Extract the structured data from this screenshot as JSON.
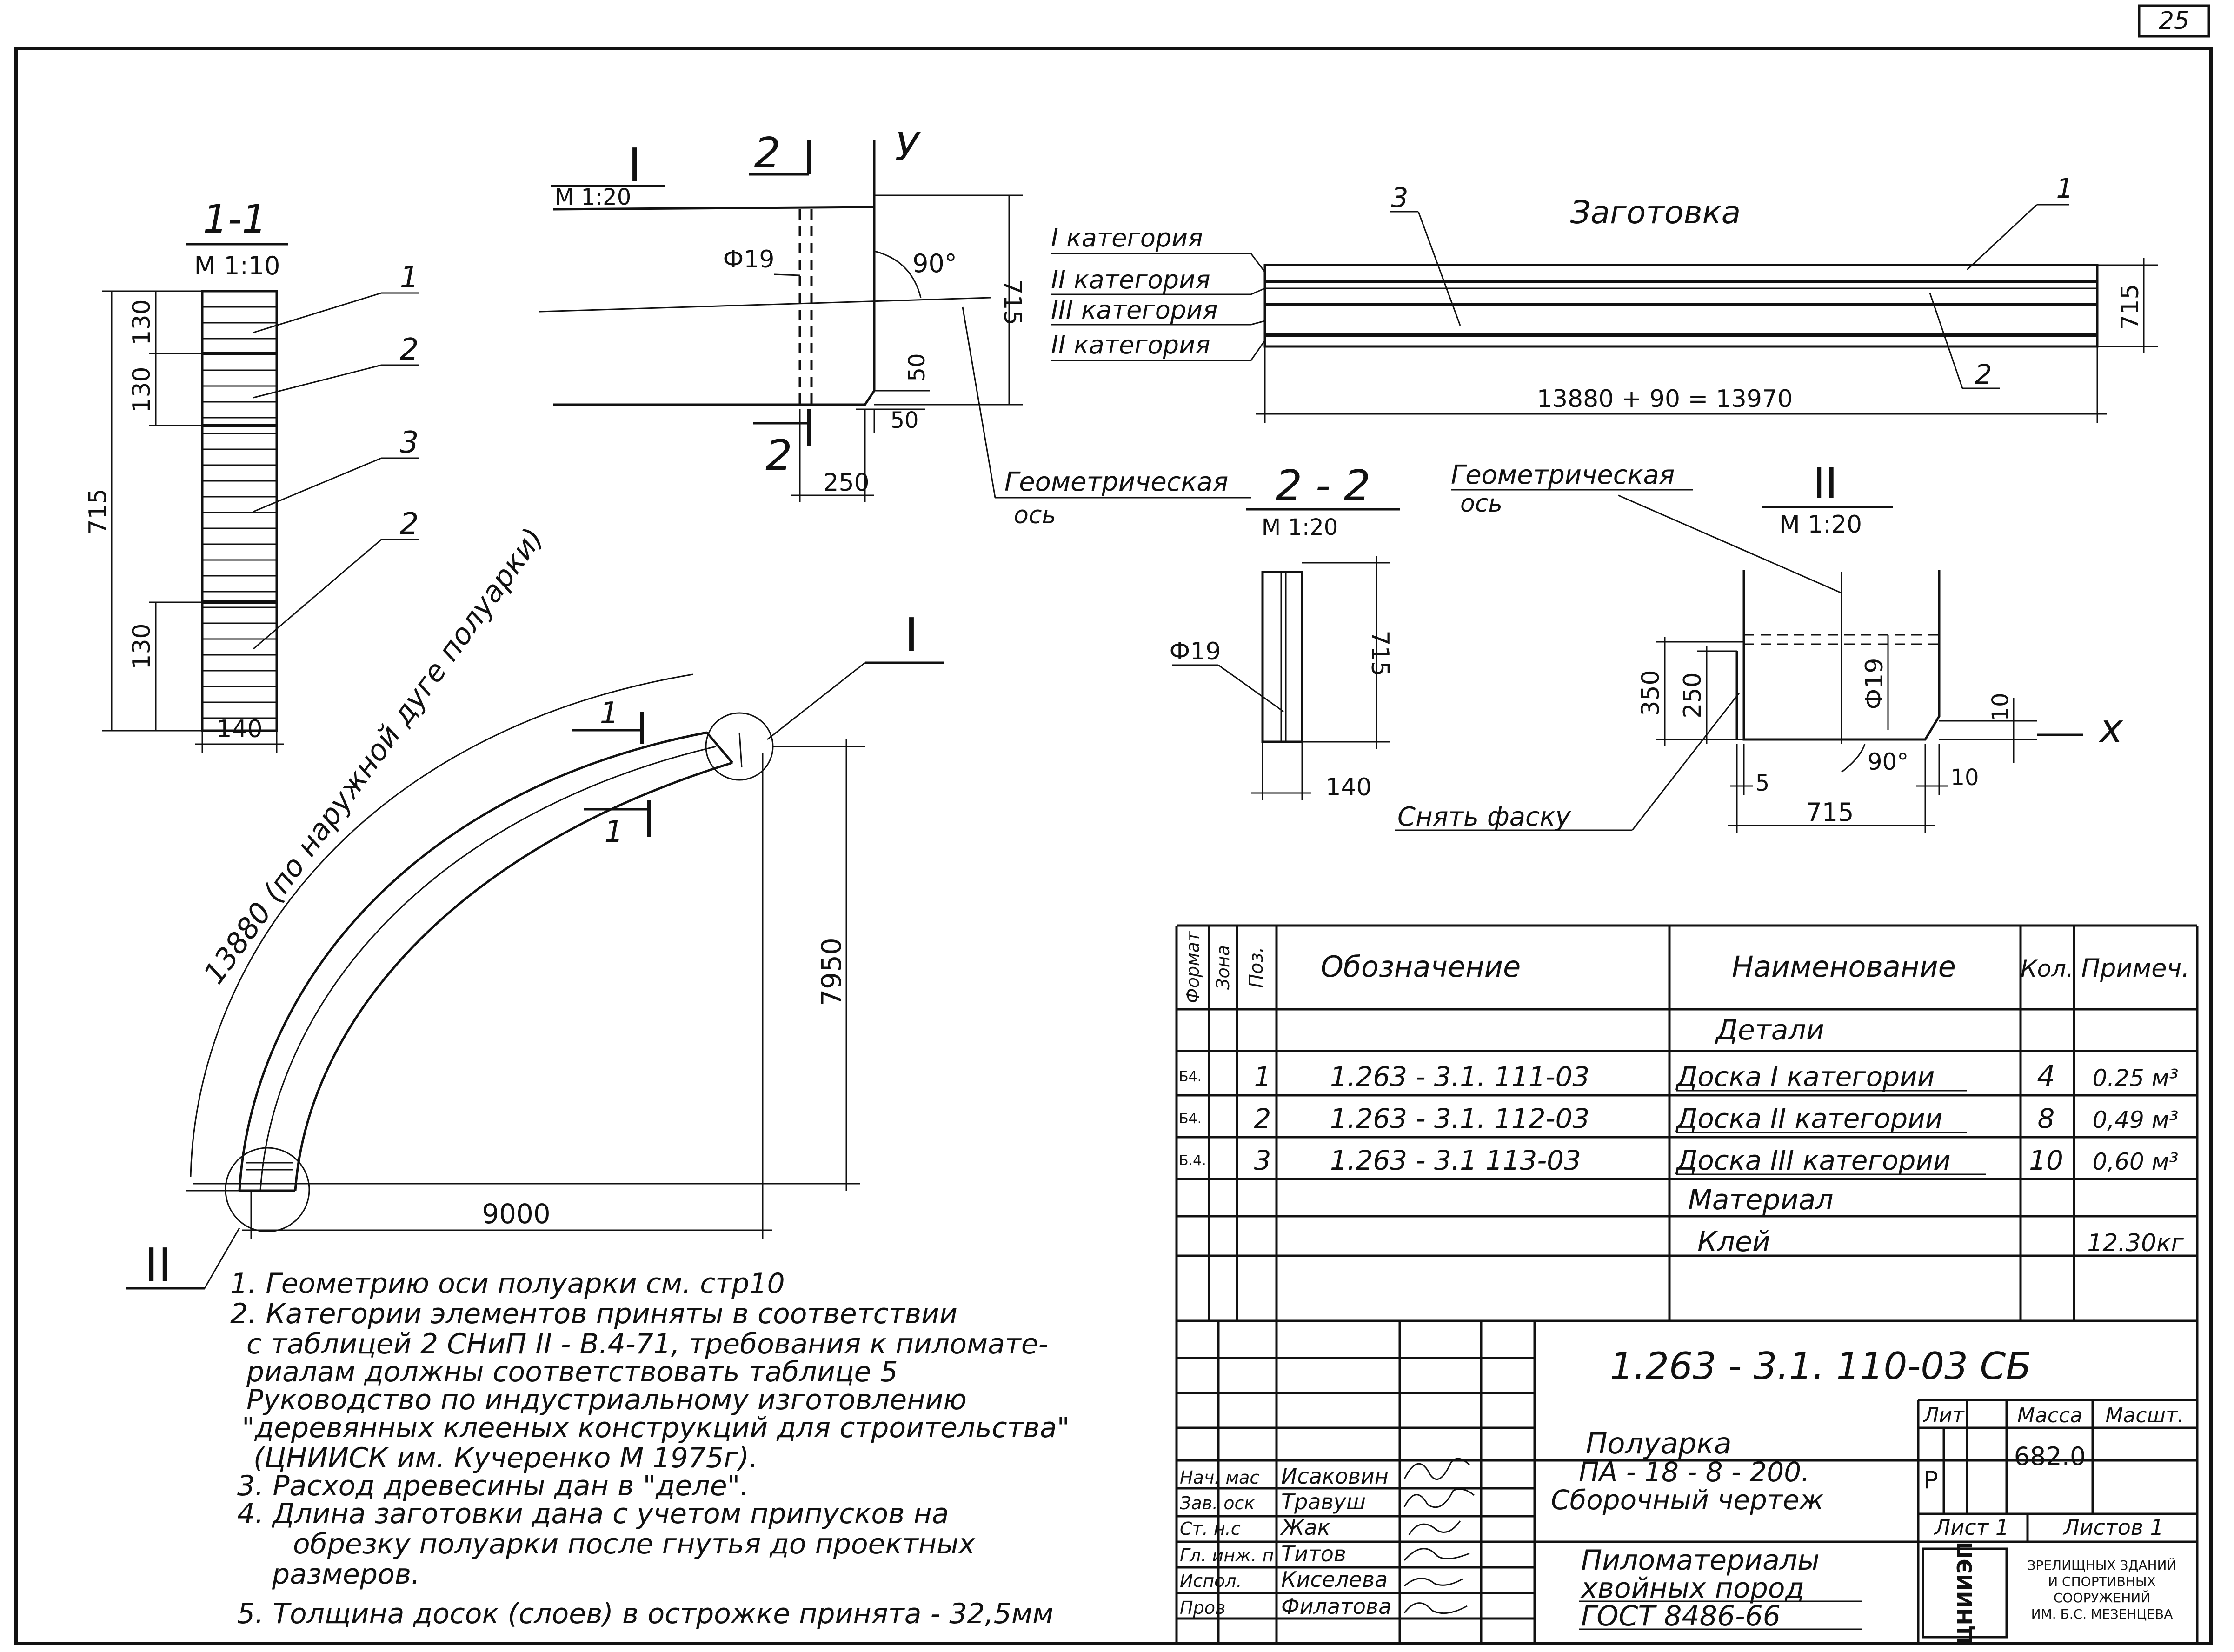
{
  "sheet_number": "25",
  "section_1_1": {
    "title": "1-1",
    "scale": "М 1:10",
    "dim_total": "715",
    "dim_top1": "130",
    "dim_top2": "130",
    "dim_bottom": "130",
    "dim_width": "140",
    "callouts": [
      "1",
      "2",
      "3",
      "2"
    ]
  },
  "node_I": {
    "title": "I",
    "scale": "М 1:20",
    "section_mark": "2",
    "axis_y": "У",
    "hole": "Ф19",
    "angle": "90°",
    "dim_height": "715",
    "dim_chamfer1": "50",
    "dim_chamfer2": "50",
    "dim_offset": "250",
    "axis_label": "Геометрическая",
    "axis_label2": "ось"
  },
  "blank": {
    "title": "Заготовка",
    "cat1": "I категория",
    "cat2": "II категория",
    "cat3": "III категория",
    "cat4": "II категория",
    "callout_1": "1",
    "callout_2": "2",
    "callout_3": "3",
    "dim_height": "715",
    "dim_length": "13880 + 90 = 13970"
  },
  "section_2_2": {
    "title": "2 - 2",
    "scale": "М 1:20",
    "hole": "Ф19",
    "dim_height": "715",
    "dim_width": "140"
  },
  "node_II": {
    "title": "II",
    "scale": "М 1:20",
    "axis_label": "Геометрическая",
    "axis_label2": "ось",
    "dim_350": "350",
    "dim_250": "250",
    "hole": "Ф19",
    "dim_10a": "10",
    "axis_x": "х",
    "angle": "90°",
    "dim_5": "5",
    "dim_10b": "10",
    "dim_715": "715",
    "chamfer_note": "Снять фаску"
  },
  "arc": {
    "node_I_label": "I",
    "node_II_label": "II",
    "arc_length": "13880 (по наружной дуге полуарки)",
    "section_mark": "1",
    "dim_height": "7950",
    "dim_width": "9000"
  },
  "notes": [
    "1. Геометрию оси полуарки см. стр10",
    "2. Категории элементов приняты в соответствии",
    "с таблицей 2 СНиП II - В.4-71, требования к пиломате-",
    "риалам должны соответствовать таблице 5",
    "Руководство по индустриальному изготовлению",
    "\"деревянных клееных конструкций для строительства\"",
    "(ЦНИИСК им. Кучеренко М 1975г).",
    "3. Расход древесины дан в \"деле\".",
    "4. Длина заготовки дана с учетом припусков на",
    "обрезку полуарки после гнутья до проектных",
    "размеров.",
    "5. Толщина досок (слоев) в острожке принята - 32,5мм"
  ],
  "spec": {
    "headers": {
      "format": "Формат",
      "zone": "Зона",
      "pos": "Поз.",
      "designation": "Обозначение",
      "name": "Наименование",
      "qty": "Кол.",
      "note": "Примеч."
    },
    "group_details": "Детали",
    "rows": [
      {
        "format": "Б4.",
        "pos": "1",
        "designation": "1.263 - 3.1. 111-03",
        "name": "Доска I категории",
        "qty": "4",
        "note": "0.25 м³"
      },
      {
        "format": "Б4.",
        "pos": "2",
        "designation": "1.263 - 3.1. 112-03",
        "name": "Доска II категории",
        "qty": "8",
        "note": "0,49 м³"
      },
      {
        "format": "Б.4.",
        "pos": "3",
        "designation": "1.263 - 3.1 113-03",
        "name": "Доска III категории",
        "qty": "10",
        "note": "0,60 м³"
      }
    ],
    "group_material": "Материал",
    "material_name": "Клей",
    "material_note": "12.30кг"
  },
  "title_block": {
    "doc_code": "1.263 - 3.1. 110-03 СБ",
    "name_line1": "Полуарка",
    "name_line2": "ПА - 18 - 8 - 200.",
    "name_line3": "Сборочный чертеж",
    "material_line1": "Пиломатериалы",
    "material_line2": "хвойных пород",
    "material_line3": "ГОСТ 8486-66",
    "lit_header": "Лит",
    "mass_header": "Масса",
    "scale_header": "Масшт.",
    "lit_value": "Р",
    "mass_value": "682.0",
    "sheet": "Лист 1",
    "sheets": "Листов 1",
    "org_logo": "ЦНИИЭП",
    "org_line1": "ЗРЕЛИЩНЫХ ЗДАНИЙ",
    "org_line2": "И СПОРТИВНЫХ",
    "org_line3": "СООРУЖЕНИЙ",
    "org_line4": "ИМ. Б.С. МЕЗЕНЦЕВА",
    "signers": [
      {
        "role": "Нач. мас",
        "name": "Исаковин"
      },
      {
        "role": "Зав. оск",
        "name": "Травуш"
      },
      {
        "role": "Ст. н.с",
        "name": "Жак"
      },
      {
        "role": "Гл. инж. п",
        "name": "Титов"
      },
      {
        "role": "Испол.",
        "name": "Киселева"
      },
      {
        "role": "Пров",
        "name": "Филатова"
      }
    ]
  }
}
